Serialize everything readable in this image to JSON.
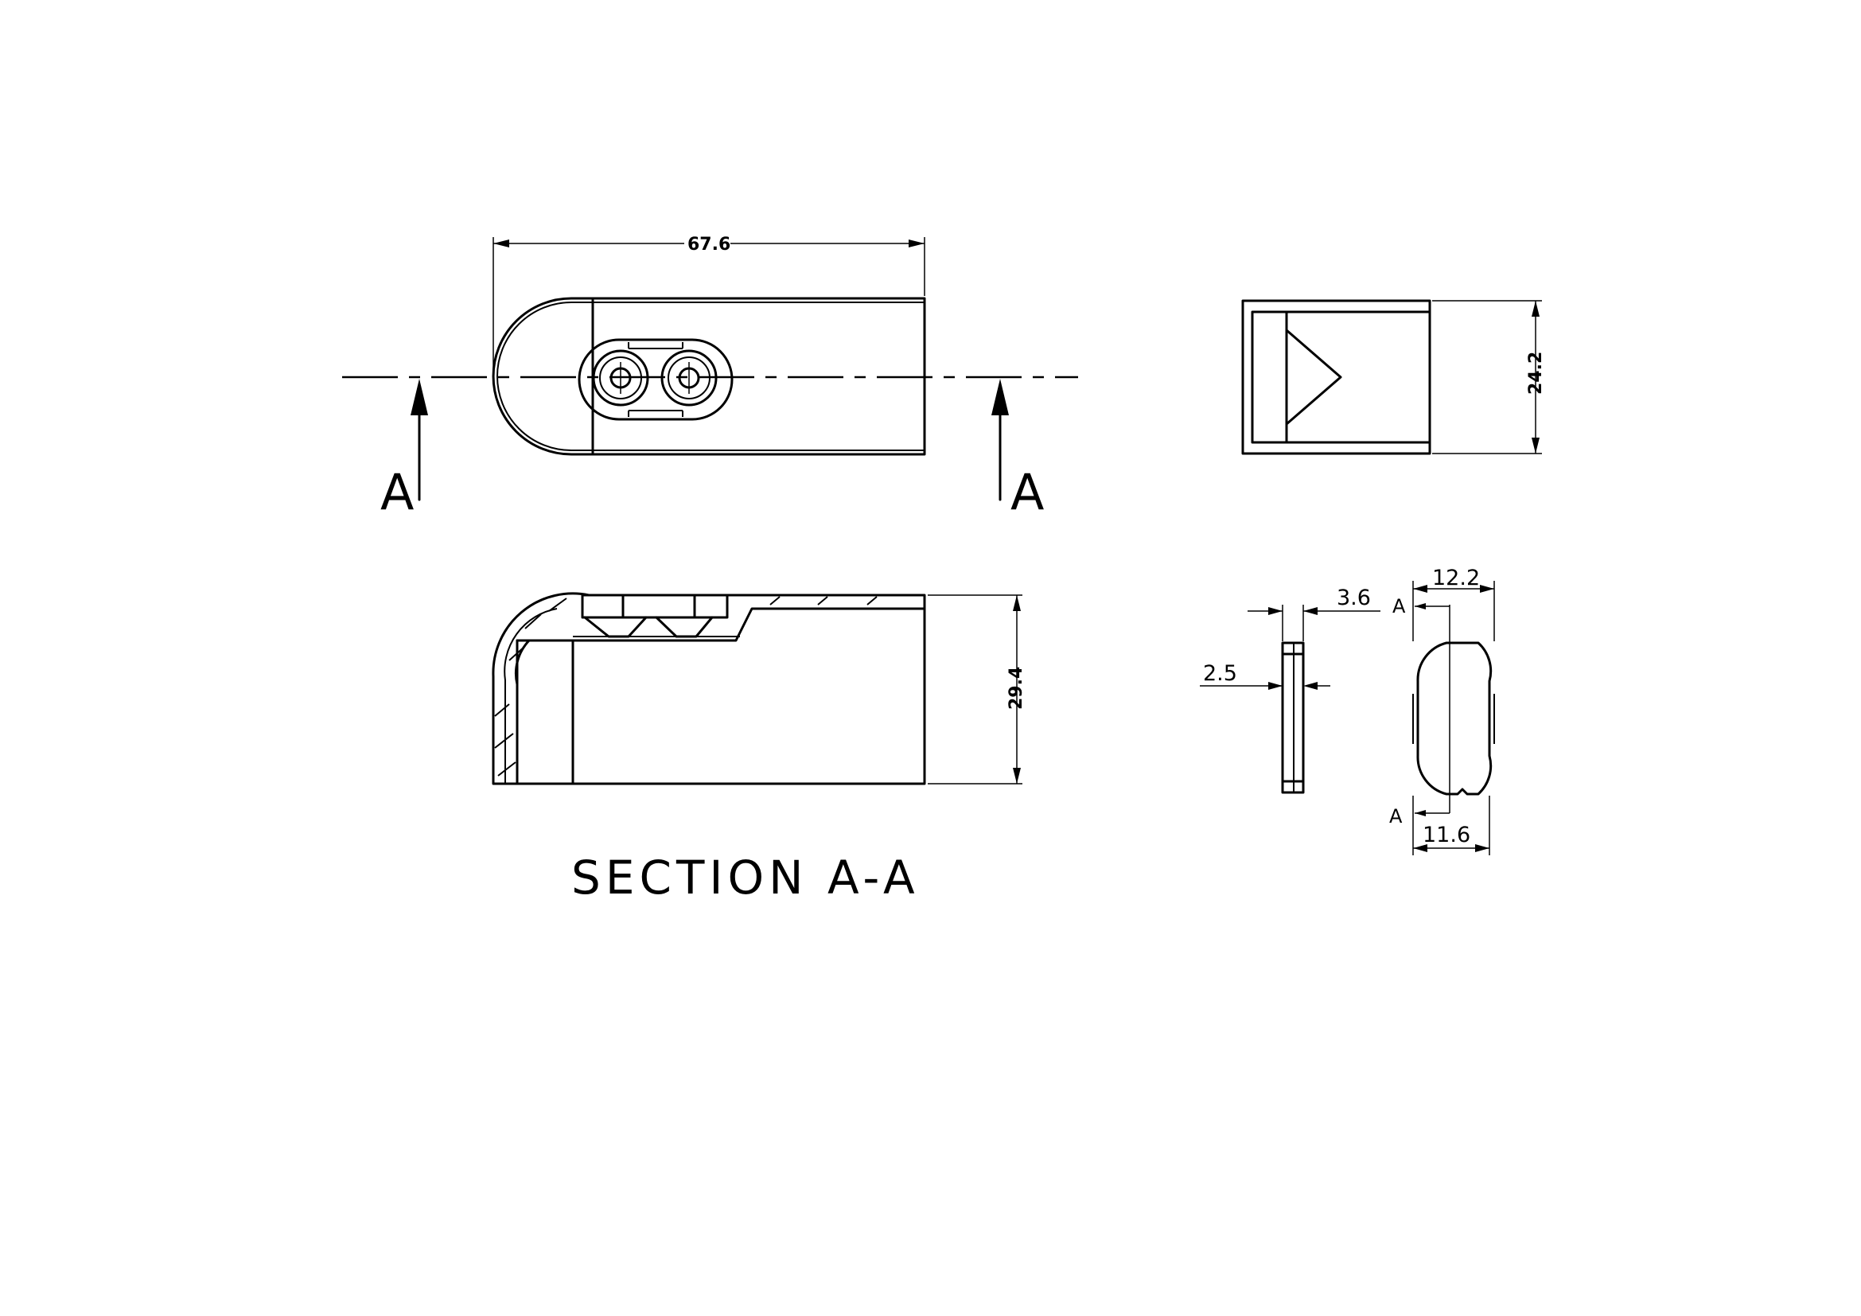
{
  "drawing": {
    "section_title": "SECTION A-A",
    "section_markers": [
      "A",
      "A"
    ],
    "dimensions": {
      "overall_length": "67.6",
      "end_view_height": "24.2",
      "section_height": "29.4",
      "plate_overall": "3.6",
      "plate_thickness": "2.5",
      "oval_width_top": "12.2",
      "oval_width_bottom": "11.6"
    },
    "small_section_labels": [
      "A",
      "A"
    ]
  }
}
